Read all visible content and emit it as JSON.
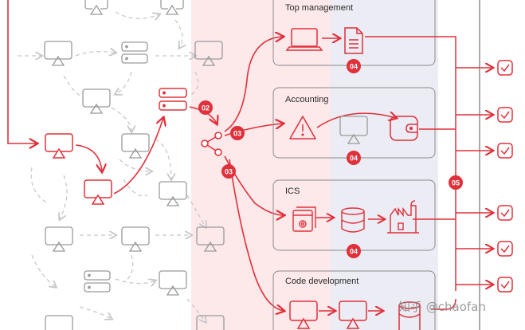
{
  "palette": {
    "accent": "#e0303a",
    "gray_line": "#c8c8c8",
    "gray_icon": "#9a9a9a",
    "panel_pink": "#fde8ea",
    "panel_lavender": "#ececf4",
    "box_border": "#8a8a8a",
    "dark_text": "#2b2b2b"
  },
  "departments": [
    {
      "title": "Top management",
      "badge": "04"
    },
    {
      "title": "Accounting",
      "badge": "04"
    },
    {
      "title": "ICS",
      "badge": "04"
    },
    {
      "title": "Code development",
      "badge": ""
    }
  ],
  "steps": {
    "aggregate": "02",
    "distribute_top": "03",
    "distribute_bottom": "03",
    "verify": "05"
  },
  "icons": {
    "node_screen": "monitor-icon",
    "node_server": "server-icon",
    "share": "share-icon",
    "laptop": "laptop-icon",
    "document": "document-icon",
    "warning": "warning-icon",
    "wallet": "wallet-icon",
    "gear": "gear-settings-icon",
    "database": "database-icon",
    "factory": "factory-icon",
    "check": "checkbox-check-icon"
  },
  "watermark": "知乎 @chaofan"
}
